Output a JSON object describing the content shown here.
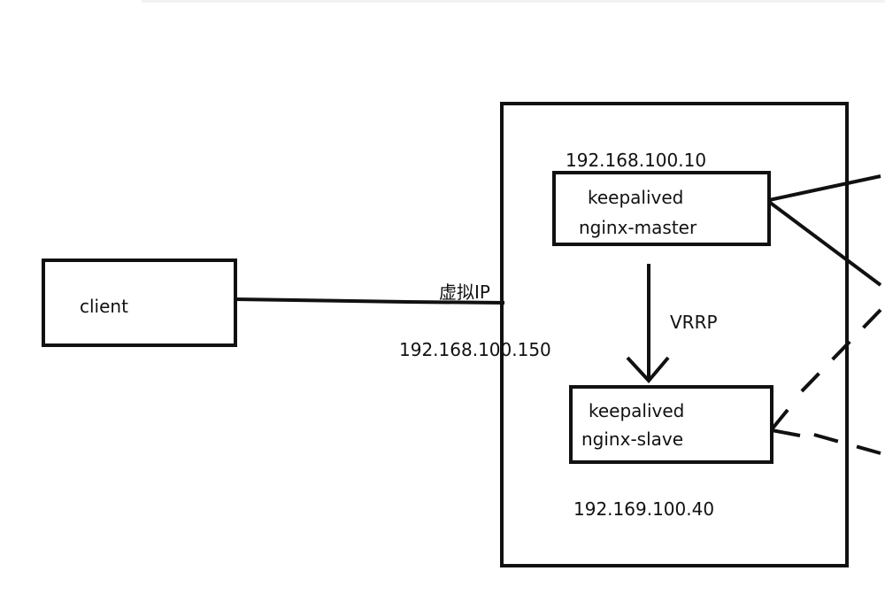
{
  "diagram": {
    "client_label": "client",
    "virtual_ip_label": "虚拟IP",
    "virtual_ip_address": "192.168.100.150",
    "master": {
      "ip": "192.168.100.10",
      "line1": "keepalived",
      "line2": "nginx-master"
    },
    "slave": {
      "ip": "192.169.100.40",
      "line1": "keepalived",
      "line2": "nginx-slave"
    },
    "protocol_label": "VRRP"
  },
  "colors": {
    "stroke": "#111111",
    "background": "#ffffff"
  }
}
